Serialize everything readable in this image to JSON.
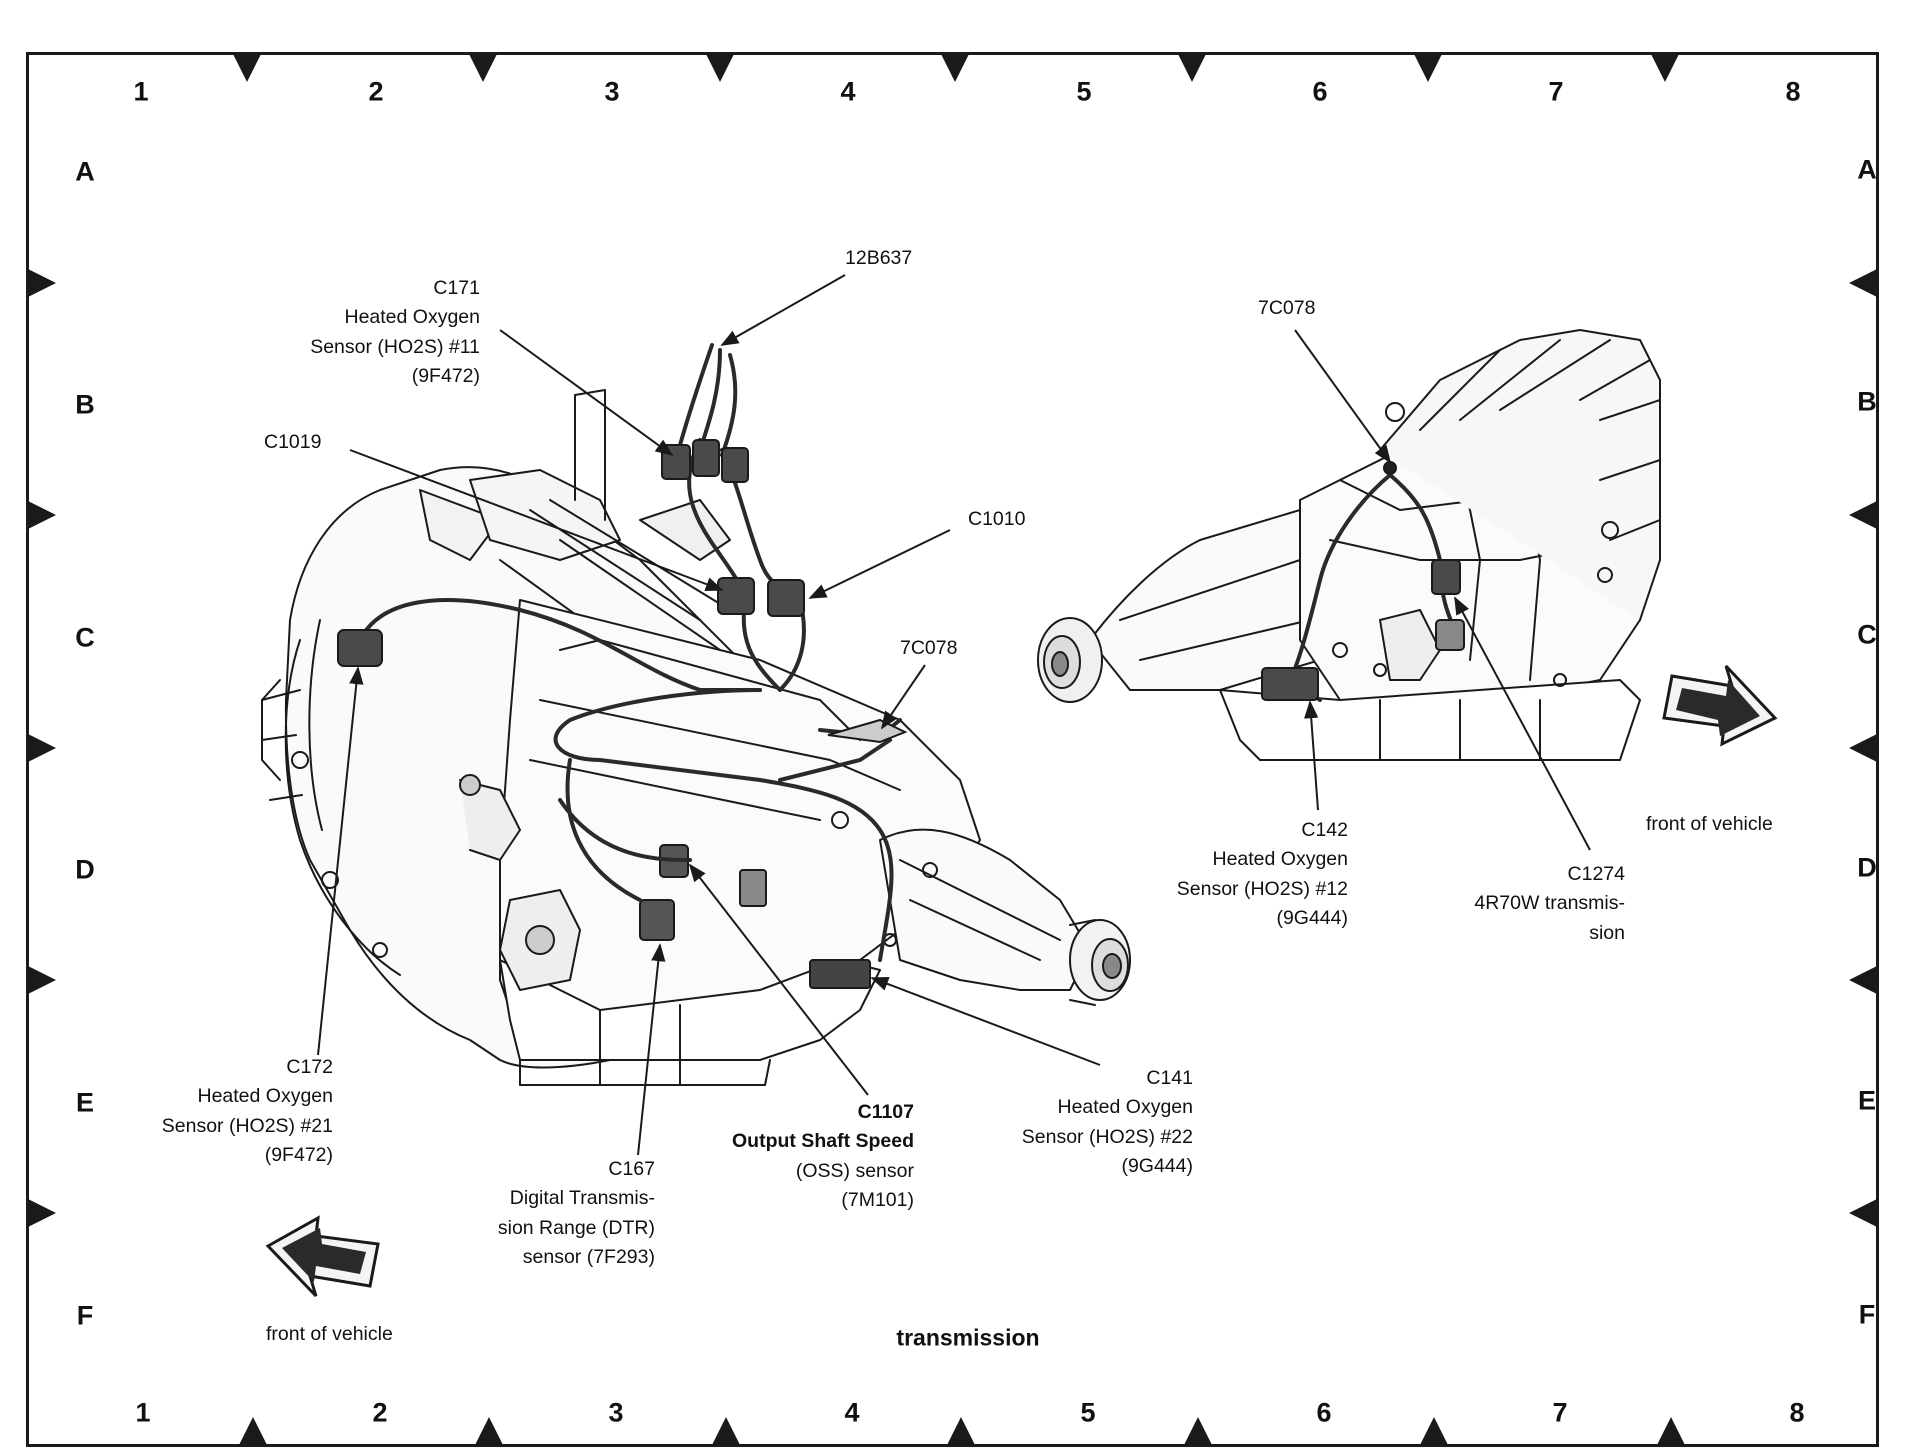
{
  "grid": {
    "columns": [
      "1",
      "2",
      "3",
      "4",
      "5",
      "6",
      "7",
      "8"
    ],
    "rows": [
      "A",
      "B",
      "C",
      "D",
      "E",
      "F"
    ]
  },
  "title": "transmission",
  "front_left": "front of vehicle",
  "front_right": "front of vehicle",
  "callouts": {
    "c171": [
      "C171",
      "Heated Oxygen",
      "Sensor (HO2S) #11",
      "(9F472)"
    ],
    "p12b637": [
      "12B637"
    ],
    "c1019": [
      "C1019"
    ],
    "c1010": [
      "C1010"
    ],
    "p7c078_left": [
      "7C078"
    ],
    "p7c078_right": [
      "7C078"
    ],
    "c172": [
      "C172",
      "Heated Oxygen",
      "Sensor (HO2S) #21",
      "(9F472)"
    ],
    "c167": [
      "C167",
      "Digital Transmis-",
      "sion Range (DTR)",
      "sensor (7F293)"
    ],
    "c1107": [
      "C1107",
      "Output Shaft Speed",
      "(OSS) sensor",
      "(7M101)"
    ],
    "c141": [
      "C141",
      "Heated Oxygen",
      "Sensor (HO2S) #22",
      "(9G444)"
    ],
    "c142": [
      "C142",
      "Heated Oxygen",
      "Sensor (HO2S) #12",
      "(9G444)"
    ],
    "c1274": [
      "C1274",
      "4R70W transmis-",
      "sion"
    ]
  },
  "colors": {
    "ink": "#1a1a1a",
    "background": "#ffffff",
    "wire": "#2a2a2a"
  }
}
